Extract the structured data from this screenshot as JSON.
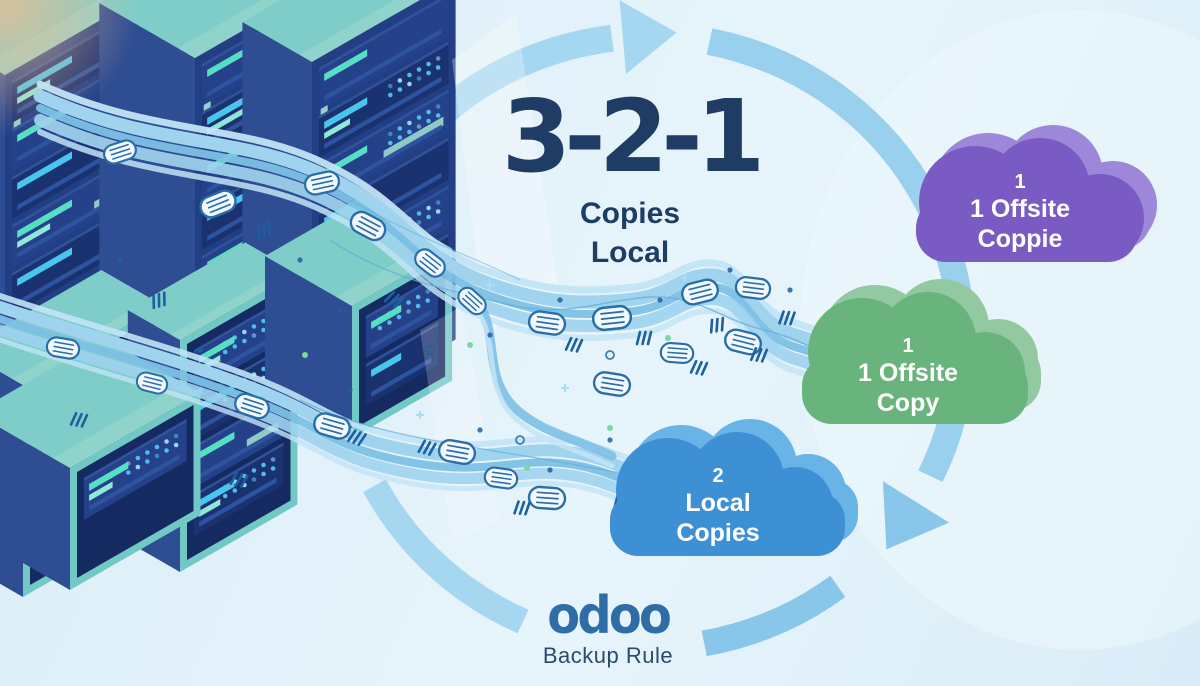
{
  "title": {
    "number": "3-2-1",
    "subtitle_line1": "Copies",
    "subtitle_line2": "Local"
  },
  "clouds": {
    "offsite_purple": {
      "line1": "1",
      "line2": "1 Offsite",
      "line3": "Coppie"
    },
    "offsite_green": {
      "line1": "1",
      "line2": "1 Offsite",
      "line3": "Copy"
    },
    "local_blue": {
      "line1": "2",
      "line2": "Local",
      "line3": "Copies"
    }
  },
  "branding": {
    "logo_text": "odoo",
    "tagline": "Backup Rule"
  },
  "icons": [
    "server-racks-illustration",
    "data-stream",
    "backup-cycle-arrows",
    "cloud-icon-offsite-purple",
    "cloud-icon-offsite-green",
    "cloud-icon-local-blue"
  ],
  "palette": {
    "background": "#d9ecf7",
    "background_light": "#e7f4fb",
    "title_navy": "#1e3c64",
    "arc_light": "#a6d7f0",
    "arc_mid": "#98d0ed",
    "arc_deep": "#88c7ea",
    "stream": "#9fd3ee",
    "stream_light": "#c2e4f6",
    "stream_deep": "#7cc0e5",
    "thread": "#63abd8",
    "capsule_fill": "#f2f9fe",
    "capsule_stroke": "#2a6da8",
    "particle_navy": "#1d5f9f",
    "particle_green": "#7cd8a0",
    "sparkle": "#a9ddf5",
    "rack_top": "#7fcdc8",
    "rack_top_light": "#9cd9cd",
    "rack_side": "#2e4d92",
    "rack_front": "#223f85",
    "rack_frame": "#72c8c5",
    "rack_panel": "#152a61",
    "rack_unit": "#24418a",
    "rack_unit_dark": "#1b3271",
    "led": "#52c3ef",
    "led_bright": "#9ce0f6",
    "bar_teal": "#57dfc3",
    "bar_blue": "#49c6ee",
    "cloud_purple": "#7a5bc4",
    "cloud_purple_back": "#9d87d9",
    "cloud_green": "#68b47c",
    "cloud_green_back": "#92c9a0",
    "cloud_blue": "#3e90d5",
    "cloud_blue_back": "#69b4e6",
    "cloud_text": "#ffffff",
    "logo_blue": "#2e6da6",
    "tagline_navy": "#2b4a6e",
    "glow_warm": "#f0bd8f"
  }
}
